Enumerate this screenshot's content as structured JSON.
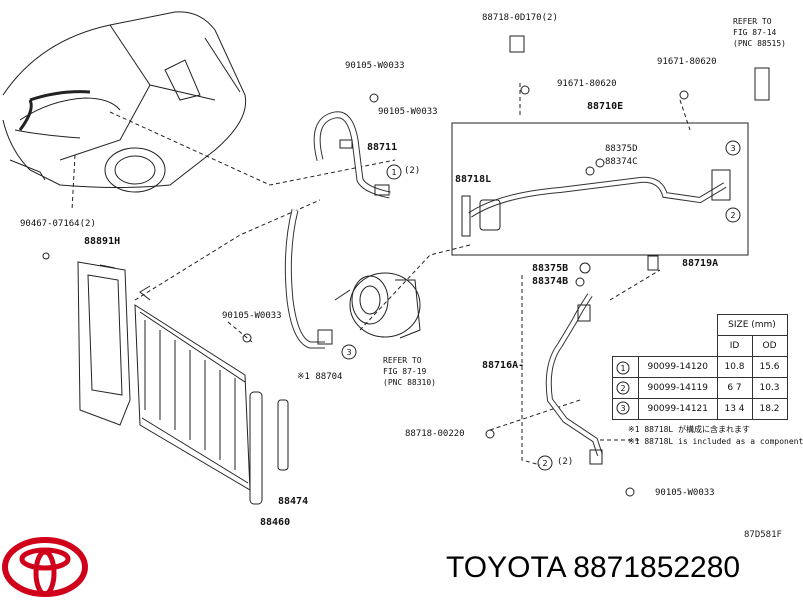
{
  "labels": {
    "l88718_0d170": "88718-0D170(2)",
    "l90105_w0033_a": "90105-W0033",
    "l90105_w0033_b": "90105-W0033",
    "l91671_80620_a": "91671-80620",
    "l91671_80620_b": "91671-80620",
    "refer_fig_8714_l1": "REFER TO",
    "refer_fig_8714_l2": "FIG 87-14",
    "refer_fig_8714_l3": "(PNC 88515)",
    "l88710e": "88710E",
    "l88711": "88711",
    "l88711_circ": "(2)",
    "l88375d": "88375D",
    "l88374c": "88374C",
    "l88718l": "88718L",
    "l90467_07164": "90467-07164(2)",
    "l88891h": "88891H",
    "l88375b": "88375B",
    "l88374b": "88374B",
    "l88719a": "88719A",
    "l90105_w0033_c": "90105-W0033",
    "l88704": "※1 88704",
    "refer_fig_8719_l1": "REFER TO",
    "refer_fig_8719_l2": "FIG 87-19",
    "refer_fig_8719_l3": "(PNC 88310)",
    "l88716a": "88716A-",
    "l88718_00220": "88718-00220",
    "l88474": "88474",
    "l88460": "88460",
    "l88716_circ": "(2)",
    "l90105_w0033_d": "90105-W0033",
    "note_jp": "※1 88718L が構成に含まれます",
    "note_en": "※1 88718L is included as a component"
  },
  "size_table": {
    "header": "SIZE (mm)",
    "col_id": "ID",
    "col_od": "OD",
    "rows": [
      {
        "mark": "1",
        "part": "90099-14120",
        "id": "10.8",
        "od": "15.6"
      },
      {
        "mark": "2",
        "part": "90099-14119",
        "id": "6 7",
        "od": "10.3"
      },
      {
        "mark": "3",
        "part": "90099-14121",
        "id": "13 4",
        "od": "18.2"
      }
    ]
  },
  "callouts": {
    "c1": "1",
    "c2": "2",
    "c3": "3"
  },
  "diagram_code": "87D581F",
  "brand": {
    "name": "TOYOTA",
    "part_number": "8871852280",
    "logo_color": "#d0001a"
  }
}
